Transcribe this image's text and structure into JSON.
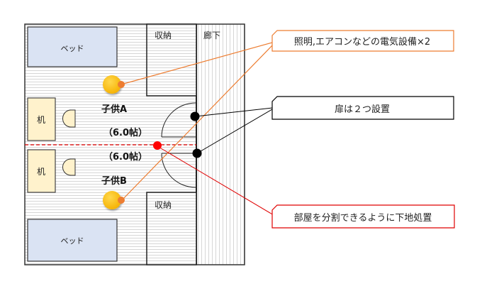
{
  "floorplan": {
    "rooms": {
      "child_a": {
        "name": "子供A",
        "size": "（6.0帖）"
      },
      "child_b": {
        "name": "子供B",
        "size": "（6.0帖）"
      }
    },
    "furniture": {
      "bed_top": "ベッド",
      "bed_bottom": "ベッド",
      "desk_top": "机",
      "desk_bottom": "机",
      "storage_top": "収納",
      "storage_bottom": "収納",
      "corridor": "廊下"
    }
  },
  "callouts": {
    "electrical": {
      "text": "照明,エアコンなどの電気設備×2",
      "color": "#ED7D31"
    },
    "doors": {
      "text": "扉は２つ設置",
      "color": "#000000"
    },
    "partition": {
      "text": "部屋を分割できるように下地処置",
      "color": "#E00000"
    }
  },
  "colors": {
    "bed_fill": "#DAE3F3",
    "desk_fill": "#FFF2CC",
    "light_fill": "#FFC000",
    "marker_orange": "#ED7D31",
    "marker_red": "#FF0000",
    "partition_line": "#E00000"
  }
}
